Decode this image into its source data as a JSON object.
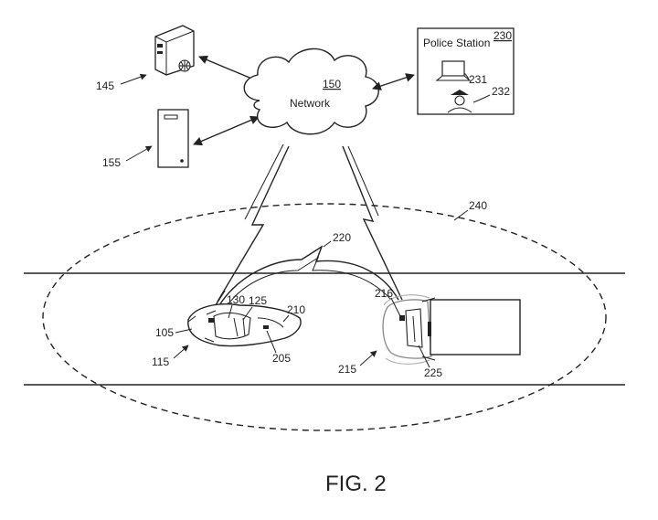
{
  "network": {
    "label": "Network",
    "ref": "150"
  },
  "server_145": {
    "ref": "145"
  },
  "server_155": {
    "ref": "155"
  },
  "police": {
    "label": "Police Station",
    "ref": "230",
    "computer_ref": "231",
    "officer_ref": "232"
  },
  "zone": {
    "ref": "240"
  },
  "link": {
    "ref": "220"
  },
  "vehicle_a": {
    "ref_body": "105",
    "ref_front": "115",
    "ref_130": "130",
    "ref_125": "125",
    "ref_210": "210",
    "ref_205": "205"
  },
  "vehicle_b": {
    "ref_216": "216",
    "ref_215": "215",
    "ref_225": "225"
  },
  "caption": "FIG. 2"
}
